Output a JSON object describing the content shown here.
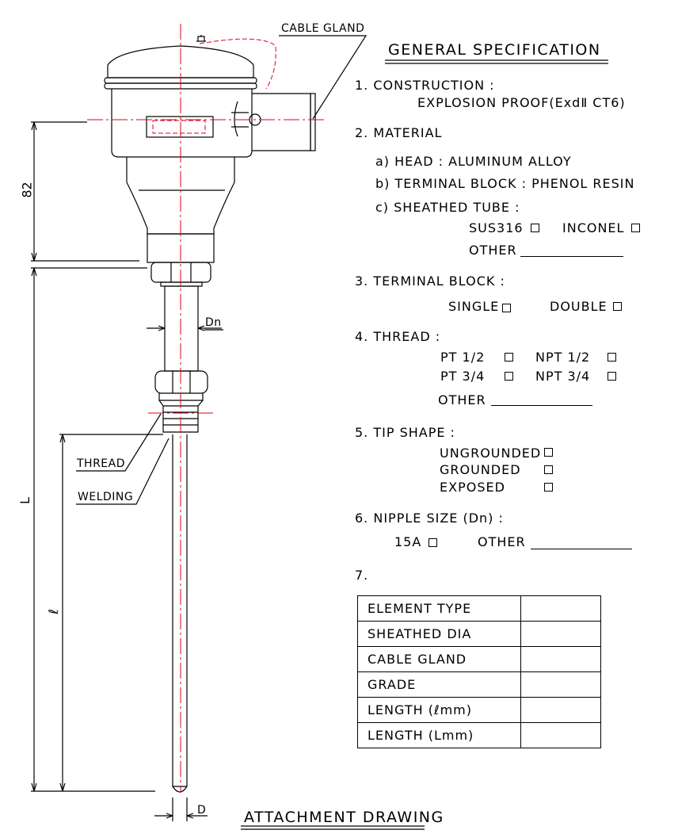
{
  "title": "GENERAL SPECIFICATION",
  "drawing_title": "ATTACHMENT DRAWING",
  "callouts": {
    "cable_gland": "CABLE GLAND",
    "thread": "THREAD",
    "welding": "WELDING",
    "dn": "Dn",
    "d": "D",
    "dim_82": "82",
    "dim_L": "L",
    "dim_l": "ℓ"
  },
  "spec": {
    "s1": {
      "head": "1. CONSTRUCTION :",
      "value": "EXPLOSION PROOF(ExdⅡ CT6)"
    },
    "s2": {
      "head": "2. MATERIAL",
      "a": "a) HEAD : ALUMINUM ALLOY",
      "b": "b) TERMINAL BLOCK : PHENOL RESIN",
      "c": "c) SHEATHED TUBE :",
      "sus": "SUS316",
      "inconel": "INCONEL",
      "other": "OTHER"
    },
    "s3": {
      "head": "3. TERMINAL BLOCK :",
      "single": "SINGLE",
      "double": "DOUBLE"
    },
    "s4": {
      "head": "4. THREAD :",
      "pt12": "PT 1/2",
      "npt12": "NPT 1/2",
      "pt34": "PT 3/4",
      "npt34": "NPT 3/4",
      "other": "OTHER"
    },
    "s5": {
      "head": "5. TIP SHAPE :",
      "ungrounded": "UNGROUNDED",
      "grounded": "GROUNDED",
      "exposed": "EXPOSED"
    },
    "s6": {
      "head": "6. NIPPLE SIZE (Dn) :",
      "a15": "15A",
      "other": "OTHER"
    },
    "s7": {
      "head": "7."
    }
  },
  "table": {
    "r1": "ELEMENT TYPE",
    "r2": "SHEATHED DIA",
    "r3": "CABLE GLAND",
    "r4": "GRADE",
    "r5": "LENGTH   (ℓmm)",
    "r6": "LENGTH   (Lmm)"
  },
  "colors": {
    "line": "#000000",
    "center_line": "#e0001a"
  }
}
